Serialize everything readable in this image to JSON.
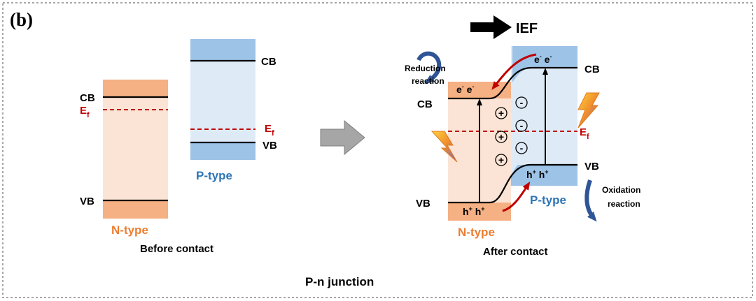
{
  "panel_label": "(b)",
  "title": "P-n junction",
  "left": {
    "caption": "Before contact",
    "n": {
      "type_label": "N-type",
      "cb": "CB",
      "vb": "VB",
      "ef_main": "E",
      "ef_sub": "f"
    },
    "p": {
      "type_label": "P-type",
      "cb": "CB",
      "vb": "VB",
      "ef_main": "E",
      "ef_sub": "f"
    }
  },
  "right": {
    "caption": "After contact",
    "ief_label": "IEF",
    "n": {
      "type_label": "N-type",
      "cb": "CB",
      "vb": "VB"
    },
    "p": {
      "type_label": "P-type",
      "cb": "CB",
      "vb": "VB"
    },
    "ef_main": "E",
    "ef_sub": "f",
    "electrons_n": "e- e-",
    "electrons_p": "e- e-",
    "holes_n": "h+ h+",
    "holes_p": "h+ h+",
    "reduction_line1": "Reduction",
    "reduction_line2": "reaction",
    "oxidation_line1": "Oxidation",
    "oxidation_line2": "reaction",
    "plus_sign": "+",
    "minus_sign": "-"
  },
  "colors": {
    "n_band": "#f5b083",
    "n_gap": "#fbe4d5",
    "p_band": "#9dc3e6",
    "p_gap": "#deebf7",
    "fermi": "#c00000",
    "p_label": "#2e75b6",
    "n_label": "#ed7d31",
    "frame": "#a6a6a6",
    "transition_arrow": "#a6a6a6",
    "reaction_arrow": "#2f5597",
    "red_arrow": "#c00000"
  }
}
